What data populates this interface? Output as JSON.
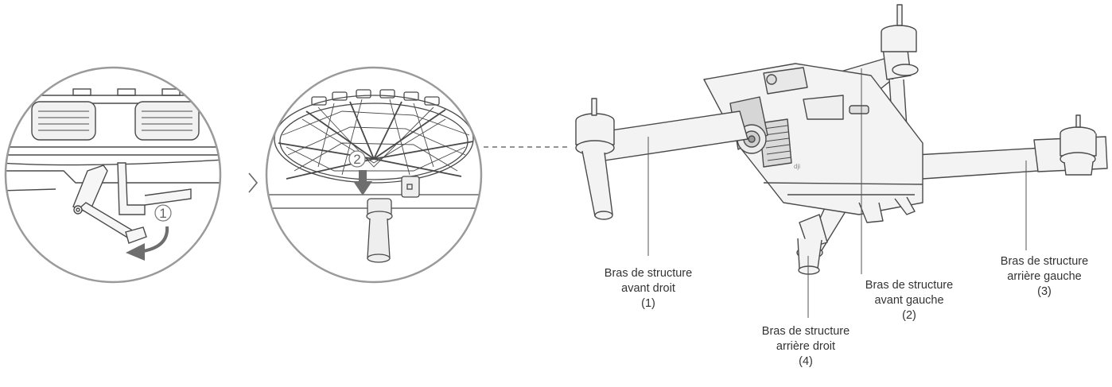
{
  "steps": [
    {
      "number": "1",
      "action": "unfold-latch"
    },
    {
      "number": "2",
      "action": "press-down"
    }
  ],
  "separator_glyph": "chevron-right-icon",
  "labels": {
    "front_right": {
      "line1": "Bras de structure",
      "line2": "avant droit",
      "line3": "(1)"
    },
    "front_left": {
      "line1": "Bras de structure",
      "line2": "avant gauche",
      "line3": "(2)"
    },
    "rear_left": {
      "line1": "Bras de structure",
      "line2": "arrière gauche",
      "line3": "(3)"
    },
    "rear_right": {
      "line1": "Bras de structure",
      "line2": "arrière droit",
      "line3": "(4)"
    }
  },
  "colors": {
    "line": "#4a4a4a",
    "body": "#f3f3f3",
    "circle_border": "#9a9a9a",
    "arrow": "#6e6e6e"
  }
}
